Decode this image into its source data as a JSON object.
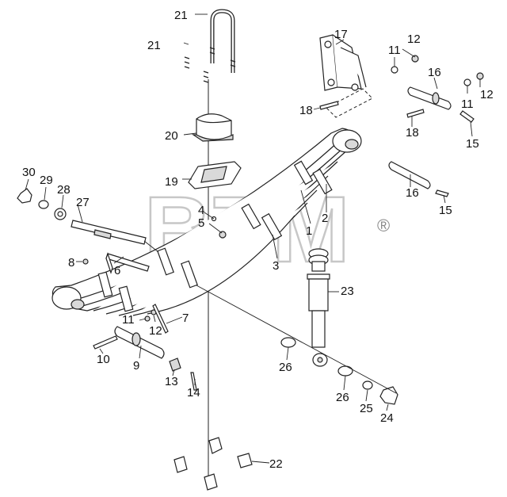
{
  "watermark": {
    "text": "BTM",
    "registered_mark": "®"
  },
  "callouts": [
    {
      "id": "c1",
      "text": "1"
    },
    {
      "id": "c2",
      "text": "2"
    },
    {
      "id": "c3",
      "text": "3"
    },
    {
      "id": "c4",
      "text": "4"
    },
    {
      "id": "c5",
      "text": "5"
    },
    {
      "id": "c6",
      "text": "6"
    },
    {
      "id": "c7",
      "text": "7"
    },
    {
      "id": "c8",
      "text": "8"
    },
    {
      "id": "c9",
      "text": "9"
    },
    {
      "id": "c10",
      "text": "10"
    },
    {
      "id": "c11a",
      "text": "11"
    },
    {
      "id": "c11b",
      "text": "11"
    },
    {
      "id": "c11c",
      "text": "11"
    },
    {
      "id": "c12a",
      "text": "12"
    },
    {
      "id": "c12b",
      "text": "12"
    },
    {
      "id": "c12c",
      "text": "12"
    },
    {
      "id": "c13",
      "text": "13"
    },
    {
      "id": "c14",
      "text": "14"
    },
    {
      "id": "c15a",
      "text": "15"
    },
    {
      "id": "c15b",
      "text": "15"
    },
    {
      "id": "c16a",
      "text": "16"
    },
    {
      "id": "c16b",
      "text": "16"
    },
    {
      "id": "c17",
      "text": "17"
    },
    {
      "id": "c18a",
      "text": "18"
    },
    {
      "id": "c18b",
      "text": "18"
    },
    {
      "id": "c19",
      "text": "19"
    },
    {
      "id": "c20",
      "text": "20"
    },
    {
      "id": "c21a",
      "text": "21"
    },
    {
      "id": "c21b",
      "text": "21"
    },
    {
      "id": "c22",
      "text": "22"
    },
    {
      "id": "c23",
      "text": "23"
    },
    {
      "id": "c24",
      "text": "24"
    },
    {
      "id": "c25",
      "text": "25"
    },
    {
      "id": "c26a",
      "text": "26"
    },
    {
      "id": "c26b",
      "text": "26"
    },
    {
      "id": "c27",
      "text": "27"
    },
    {
      "id": "c28",
      "text": "28"
    },
    {
      "id": "c29",
      "text": "29"
    },
    {
      "id": "c30",
      "text": "30"
    }
  ]
}
